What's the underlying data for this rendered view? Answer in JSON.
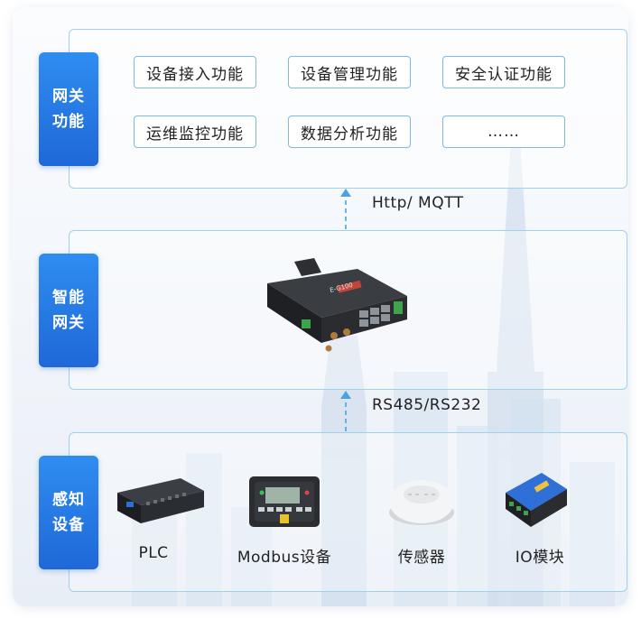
{
  "layers": {
    "gateway_functions": {
      "label": "网关\n功能",
      "items": [
        "设备接入功能",
        "设备管理功能",
        "安全认证功能",
        "运维监控功能",
        "数据分析功能",
        "……"
      ]
    },
    "smart_gateway": {
      "label": "智能\n网关",
      "device_brand": "E-G100"
    },
    "sensing_devices": {
      "label": "感知\n设备",
      "devices": [
        "PLC",
        "Modbus设备",
        "传感器",
        "IO模块"
      ]
    }
  },
  "connections": {
    "upper_protocol": "Http/ MQTT",
    "lower_protocol": "RS485/RS232"
  },
  "colors": {
    "accent": "#2678e6",
    "panel_border": "#9fd0ef",
    "arrow": "#4aa3e0"
  }
}
